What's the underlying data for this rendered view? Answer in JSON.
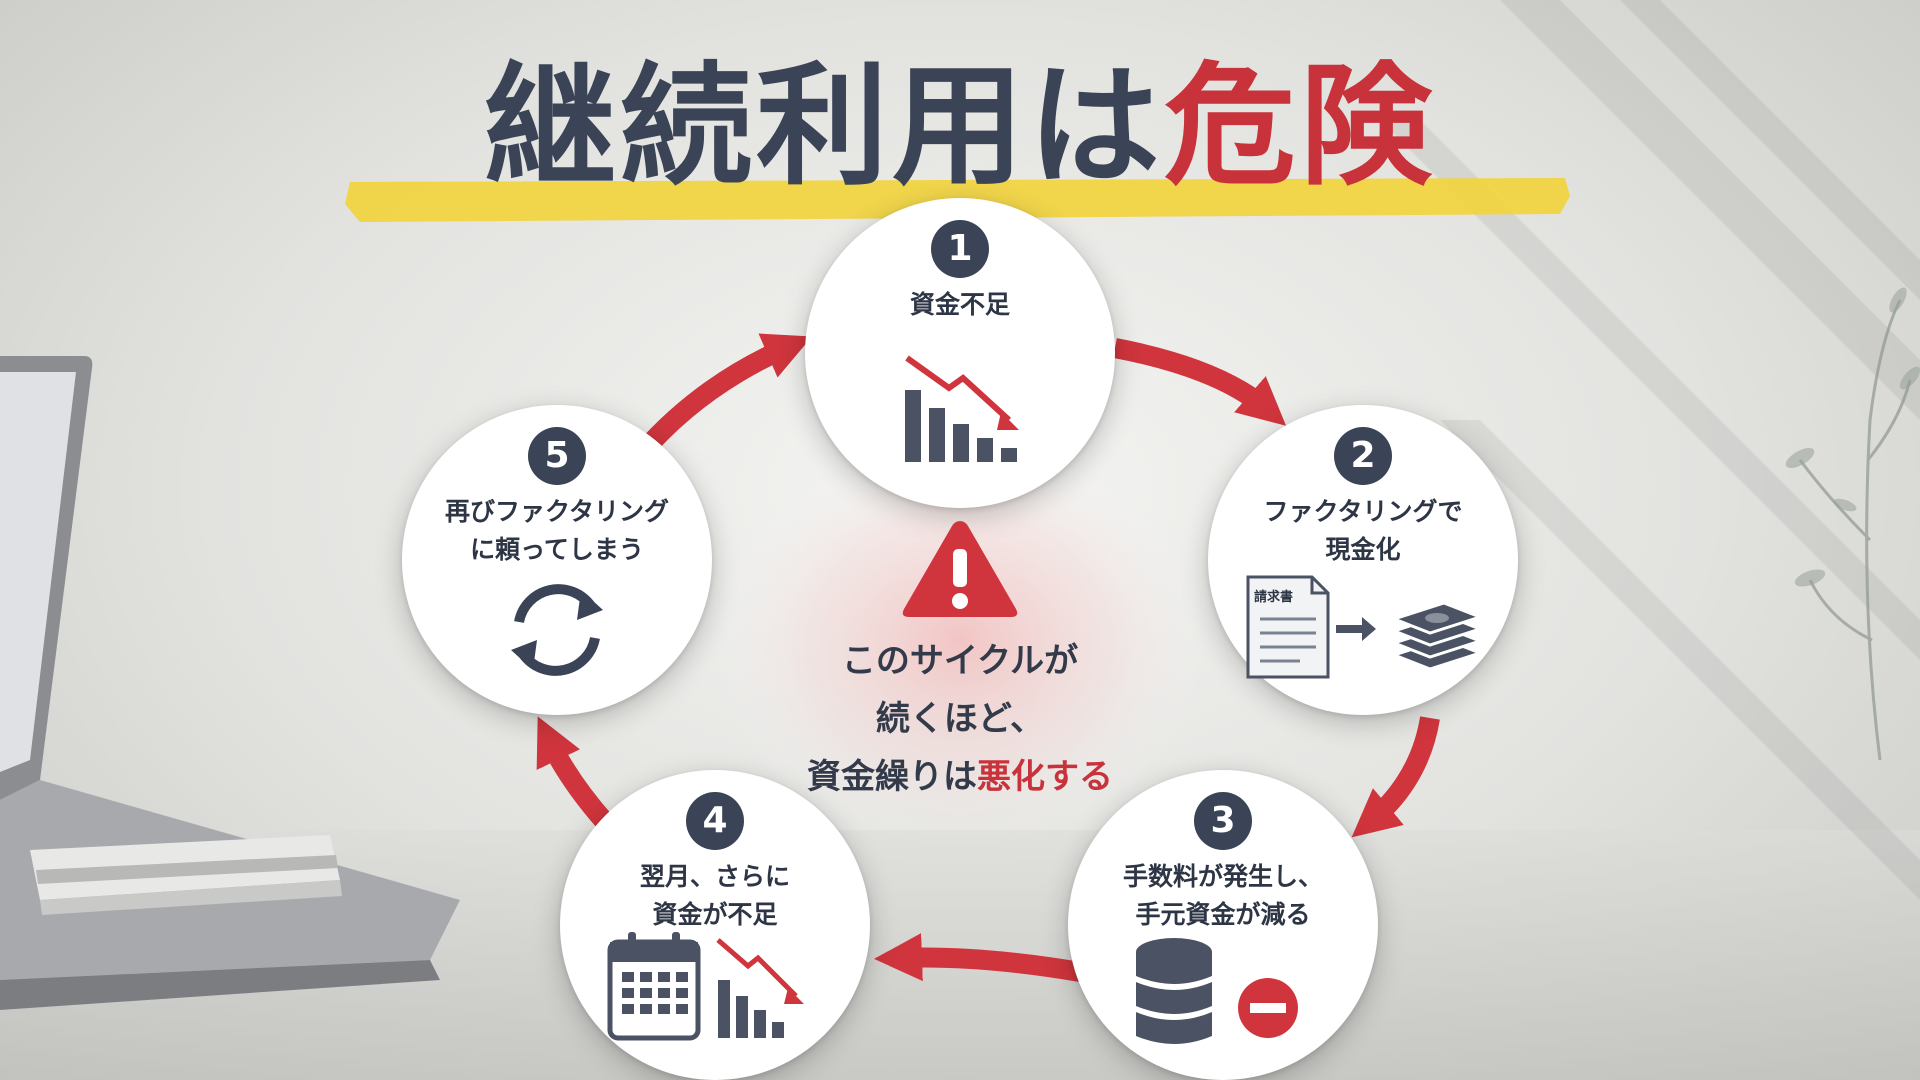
{
  "title": {
    "main": "継続利用は",
    "accent": "危険"
  },
  "colors": {
    "navy": "#3a4456",
    "red": "#c8323a",
    "highlight": "#f2d33a"
  },
  "cycle": {
    "steps": [
      {
        "number": "1",
        "lines": [
          "資金不足"
        ],
        "icon": "declining-bar-chart-icon"
      },
      {
        "number": "2",
        "lines": [
          "ファクタリングで",
          "現金化"
        ],
        "icon": "invoice-to-cash-icon",
        "invoice_label": "請求書"
      },
      {
        "number": "3",
        "lines": [
          "手数料が発生し、",
          "手元資金が減る"
        ],
        "icon": "coins-minus-icon"
      },
      {
        "number": "4",
        "lines": [
          "翌月、さらに",
          "資金が不足"
        ],
        "icon": "calendar-decline-icon"
      },
      {
        "number": "5",
        "lines": [
          "再びファクタリング",
          "に頼ってしまう"
        ],
        "icon": "refresh-cycle-icon"
      }
    ]
  },
  "center": {
    "icon": "warning-triangle-icon",
    "line1": "このサイクルが",
    "line2": "続くほど、",
    "line3_prefix": "資金繰りは",
    "line3_emphasis": "悪化する"
  }
}
